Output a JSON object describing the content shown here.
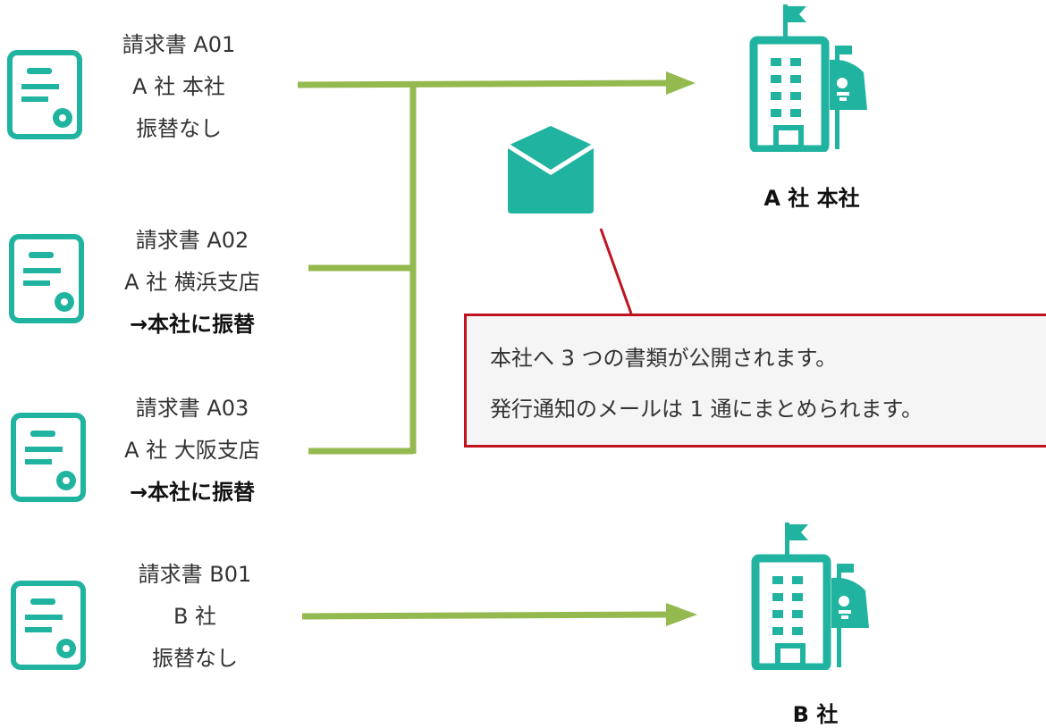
{
  "documents": [
    {
      "title": "請求書 A01",
      "company": "A 社  本社",
      "note": "振替なし",
      "note_bold": false
    },
    {
      "title": "請求書 A02",
      "company": "A 社  横浜支店",
      "note": "→本社に振替",
      "note_bold": true
    },
    {
      "title": "請求書 A03",
      "company": "A 社  大阪支店",
      "note": "→本社に振替",
      "note_bold": true
    },
    {
      "title": "請求書 B01",
      "company": "B 社",
      "note": "振替なし",
      "note_bold": false
    }
  ],
  "destinations": [
    {
      "label": "A 社  本社"
    },
    {
      "label": "B 社"
    }
  ],
  "callout": {
    "line1": "本社へ 3 つの書類が公開されます。",
    "line2": "発行通知のメールは 1 通にまとめられます。"
  },
  "colors": {
    "teal": "#1fb3a0",
    "arrow_green": "#93b94f",
    "callout_border": "#c0121f",
    "callout_bg": "#f5f5f5"
  },
  "icons": {
    "document": "invoice-document-icon",
    "building": "office-building-mailbox-icon",
    "mail": "envelope-icon"
  }
}
